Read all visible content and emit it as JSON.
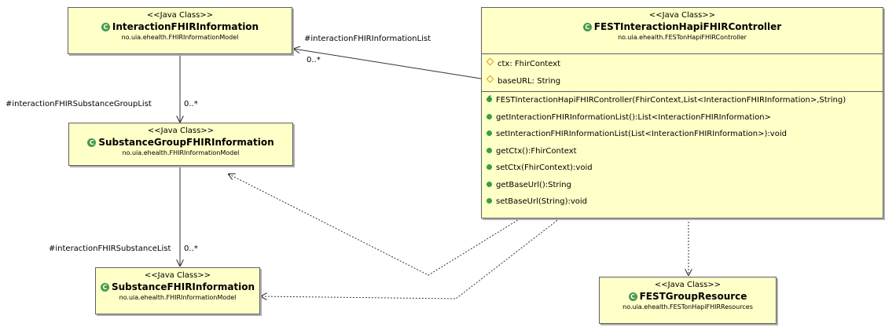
{
  "stereotype": "<<Java Class>>",
  "classes": {
    "interaction": {
      "name": "InteractionFHIRInformation",
      "package": "no.uia.ehealth.FHIRInformationModel"
    },
    "substance_group": {
      "name": "SubstanceGroupFHIRInformation",
      "package": "no.uia.ehealth.FHIRInformationModel"
    },
    "substance": {
      "name": "SubstanceFHIRInformation",
      "package": "no.uia.ehealth.FHIRInformationModel"
    },
    "controller": {
      "name": "FESTInteractionHapiFHIRController",
      "package": "no.uia.ehealth.FESTonHapiFHIRController",
      "attributes": [
        "ctx: FhirContext",
        "baseURL: String"
      ],
      "constructor": "FESTInteractionHapiFHIRController(FhirContext,List<InteractionFHIRInformation>,String)",
      "methods": [
        "getInteractionFHIRInformationList():List<InteractionFHIRInformation>",
        "setInteractionFHIRInformationList(List<InteractionFHIRInformation>):void",
        "getCtx():FhirContext",
        "setCtx(FhirContext):void",
        "getBaseUrl():String",
        "setBaseUrl(String):void"
      ]
    },
    "group_resource": {
      "name": "FESTGroupResource",
      "package": "no.uia.ehealth.FESTonHapiFHIRResources"
    }
  },
  "labels": {
    "interaction_list": "#interactionFHIRInformationList",
    "interaction_list_mult": "0..*",
    "group_list": "#interactionFHIRSubstanceGroupList",
    "group_list_mult": "0..*",
    "substance_list": "#interactionFHIRSubstanceList",
    "substance_list_mult": "0..*"
  },
  "icons": {
    "class_icon": "class-c-icon",
    "attribute_icon": "protected-diamond-icon",
    "method_icon": "public-method-dot-icon",
    "constructor_icon": "constructor-icon"
  },
  "colors": {
    "class_fill": "#ffffc8",
    "class_border": "#606060",
    "edge": "#333333",
    "method_dot": "#3aa03a",
    "attribute_diamond": "#d9a21b"
  }
}
